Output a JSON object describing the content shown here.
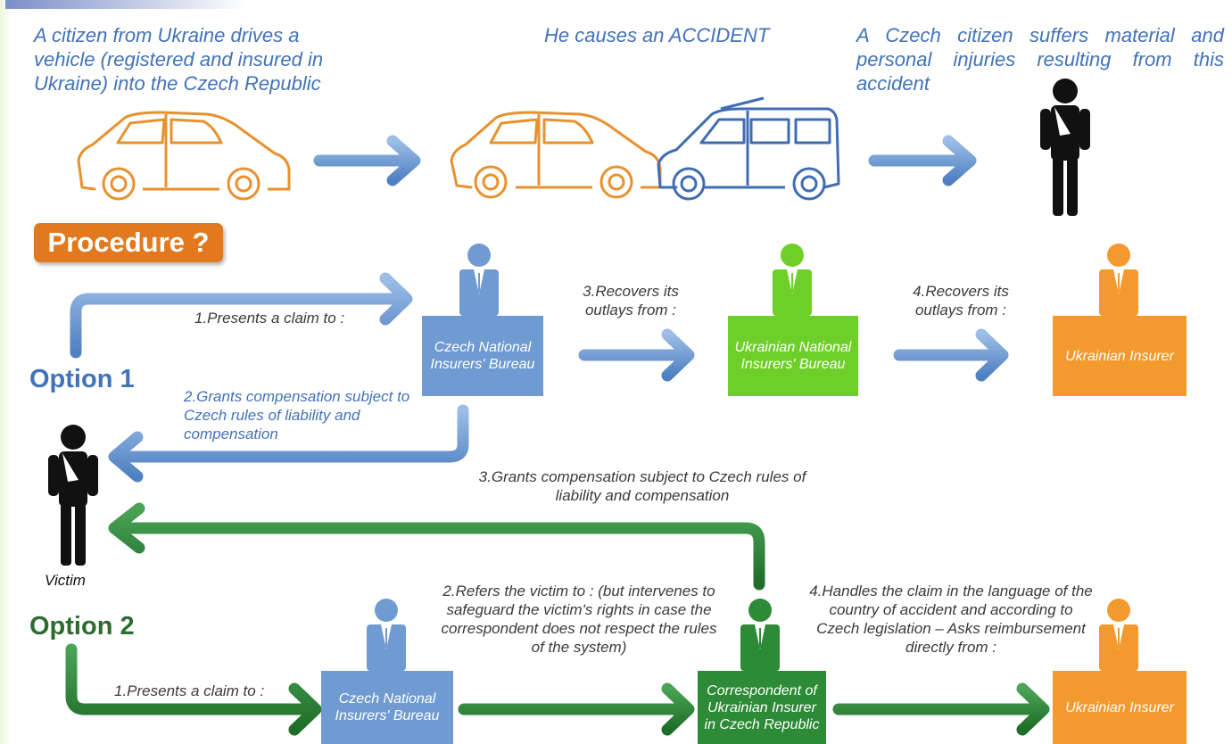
{
  "headers": {
    "left": "A citizen from Ukraine drives a vehicle (registered and insured in Ukraine) into the Czech Republic",
    "middle": "He causes an ACCIDENT",
    "right": "A Czech citizen suffers material and personal injuries resulting from this accident"
  },
  "procedure_label": "Procedure ?",
  "option1": {
    "label": "Option 1",
    "step1": "1.Presents a claim to :",
    "step2": "2.Grants compensation subject to Czech rules of liability and compensation",
    "step3": "3.Recovers its outlays from :",
    "step4": "4.Recovers its outlays from :",
    "box_czech": "Czech National Insurers' Bureau",
    "box_ukr_bureau": "Ukrainian National Insurers' Bureau",
    "box_ukr_insurer": "Ukrainian Insurer"
  },
  "victim_label": "Victim",
  "option2": {
    "label": "Option 2",
    "step1": "1.Presents a claim to :",
    "step2": "2.Refers the victim to : (but intervenes to safeguard the victim's rights in case the correspondent does not respect the rules of the system)",
    "step3": "3.Grants compensation subject to Czech rules of liability and compensation",
    "step4": "4.Handles the claim in the language of the country of accident and according to Czech legislation – Asks reimbursement directly from :",
    "box_czech": "Czech National Insurers' Bureau",
    "box_correspondent": "Correspondent of Ukrainian Insurer in Czech Republic",
    "box_ukr_insurer": "Ukrainian Insurer"
  },
  "colors": {
    "blue": "#6f9bd2",
    "blue_text": "#4272b8",
    "green_bright": "#6fcf2a",
    "green_dark": "#2d8a36",
    "orange": "#f39a2e",
    "orange_text": "#e2791f",
    "van": "#3f6cb3"
  }
}
